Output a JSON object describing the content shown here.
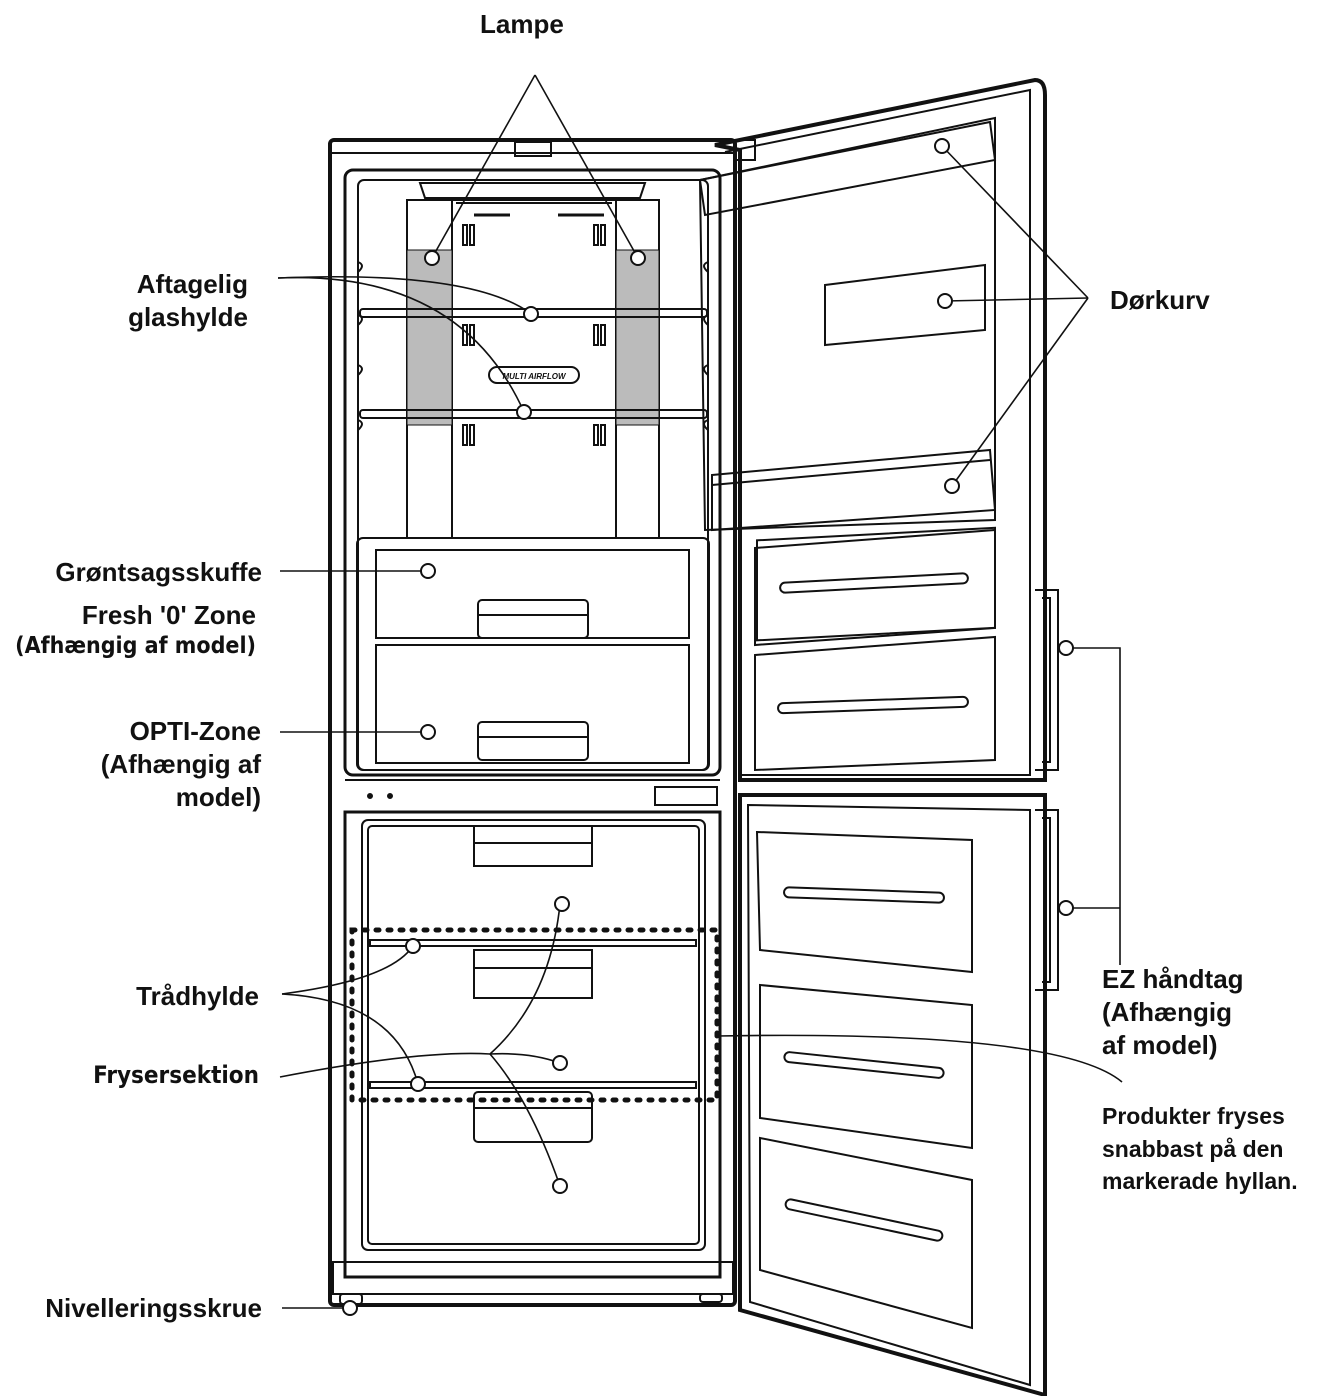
{
  "labels": {
    "lampe": "Lampe",
    "aftagelig_l1": "Aftagelig",
    "aftagelig_l2": "glashylde",
    "dorkurv": "Dørkurv",
    "grontsag": "Grøntsagsskuffe",
    "fresh_l1": "Fresh '0' Zone",
    "fresh_l2": "(Afhængig af model)",
    "opti_l1": "OPTI-Zone",
    "opti_l2": "(Afhængig af",
    "opti_l3": "model)",
    "tradhylde": "Trådhylde",
    "frysersektion": "Frysersektion",
    "niveller": "Nivelleringsskrue",
    "ez_l1": "EZ håndtag",
    "ez_l2": "(Afhængig",
    "ez_l3": "af model)",
    "prod_l1": "Produkter fryses",
    "prod_l2": "snabbast på den",
    "prod_l3": "markerade hyllan."
  },
  "panel_text": "MULTI AIRFLOW"
}
